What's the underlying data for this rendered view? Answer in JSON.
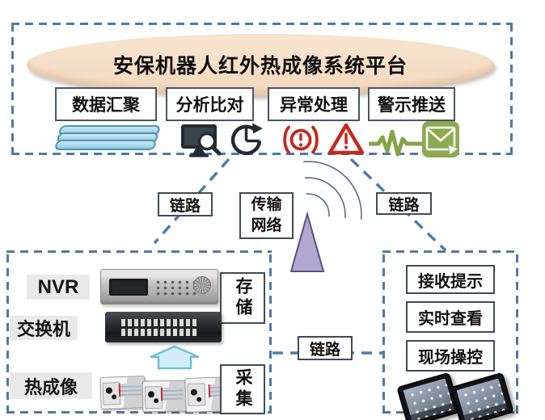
{
  "platform": {
    "title": "安保机器人红外热成像系统平台",
    "functions": [
      {
        "label": "数据汇聚",
        "icons": [
          "data-layers-icon"
        ]
      },
      {
        "label": "分析比对",
        "icons": [
          "monitor-search-icon",
          "pie-refresh-icon"
        ]
      },
      {
        "label": "异常处理",
        "icons": [
          "brake-alert-icon",
          "warning-triangle-icon"
        ]
      },
      {
        "label": "警示推送",
        "icons": [
          "pulse-wave-icon",
          "mail-send-icon"
        ]
      }
    ]
  },
  "network": {
    "label": "传输网络",
    "tower_icon": "antenna-triangle",
    "signal_icon": "wifi-arcs"
  },
  "links": {
    "left": "链路",
    "right": "链路",
    "bottom": "链路"
  },
  "collection": {
    "devices": [
      {
        "label": "NVR"
      },
      {
        "label": "交换机"
      },
      {
        "label": "热成像"
      }
    ],
    "storage_label": "存储",
    "capture_label": "采集",
    "upload_icon": "upload-arrow"
  },
  "client": {
    "actions": [
      "接收提示",
      "实时查看",
      "现场操控"
    ],
    "device_icon": "tablet"
  },
  "colors": {
    "dashed_border": "#4c7aa6",
    "connector": "#4d7cac",
    "ellipse_fill": "#f5ddc2",
    "box_border": "#4a5565",
    "alert_red": "#c5281c",
    "push_green": "#85a348",
    "layers_blue": "#8fc9dd",
    "arrow_blue": "#d2eef6",
    "antenna_purple": "#b1a7d0"
  }
}
